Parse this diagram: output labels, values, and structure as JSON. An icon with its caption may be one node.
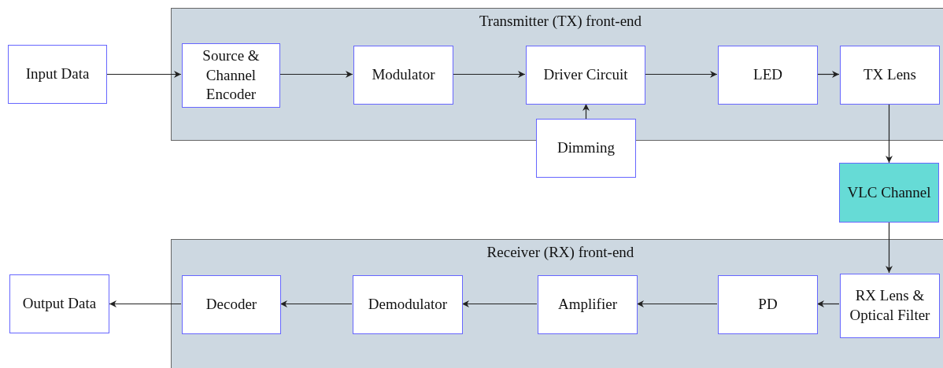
{
  "diagram": {
    "nodes": [
      {
        "text": [
          "Input Data"
        ]
      },
      {
        "text": [
          "Transmitter (TX) front-end"
        ]
      },
      {
        "text": [
          "Source & Channel Encoder"
        ],
        "in": 1
      },
      {
        "text": [
          "Modulator"
        ],
        "in": 1
      },
      {
        "text": [
          "Driver Circuit"
        ],
        "in": 1
      },
      {
        "text": [
          "LED"
        ],
        "in": 1
      },
      {
        "text": [
          "TX Lens"
        ],
        "in": 1
      },
      {
        "text": [
          "Dimming"
        ]
      },
      {
        "text": [
          "VLC Channel"
        ]
      },
      {
        "text": [
          "Output Data"
        ]
      },
      {
        "text": [
          "Receiver (RX) front-end"
        ]
      },
      {
        "text": [
          "Decoder"
        ],
        "in": 10
      },
      {
        "text": [
          "Demodulator"
        ],
        "in": 10
      },
      {
        "text": [
          "Amplifier"
        ],
        "in": 10
      },
      {
        "text": [
          "PD"
        ],
        "in": 10
      },
      {
        "text": [
          "RX Lens & Optical Filter"
        ],
        "in": 10
      }
    ],
    "edges": [
      {
        "from": 0,
        "to": 2,
        "arrow": "to"
      },
      {
        "from": 2,
        "to": 3,
        "arrow": "to"
      },
      {
        "from": 3,
        "to": 4,
        "arrow": "to"
      },
      {
        "from": 4,
        "to": 5,
        "arrow": "to"
      },
      {
        "from": 5,
        "to": 6,
        "arrow": "to"
      },
      {
        "from": 7,
        "to": 4,
        "arrow": "to"
      },
      {
        "from": 6,
        "to": 8,
        "arrow": "to"
      },
      {
        "from": 8,
        "to": 15,
        "arrow": "to"
      },
      {
        "from": 15,
        "to": 14,
        "arrow": "to"
      },
      {
        "from": 14,
        "to": 13,
        "arrow": "to"
      },
      {
        "from": 13,
        "to": 12,
        "arrow": "to"
      },
      {
        "from": 12,
        "to": 11,
        "arrow": "to"
      },
      {
        "from": 11,
        "to": 9,
        "arrow": "to"
      }
    ]
  }
}
